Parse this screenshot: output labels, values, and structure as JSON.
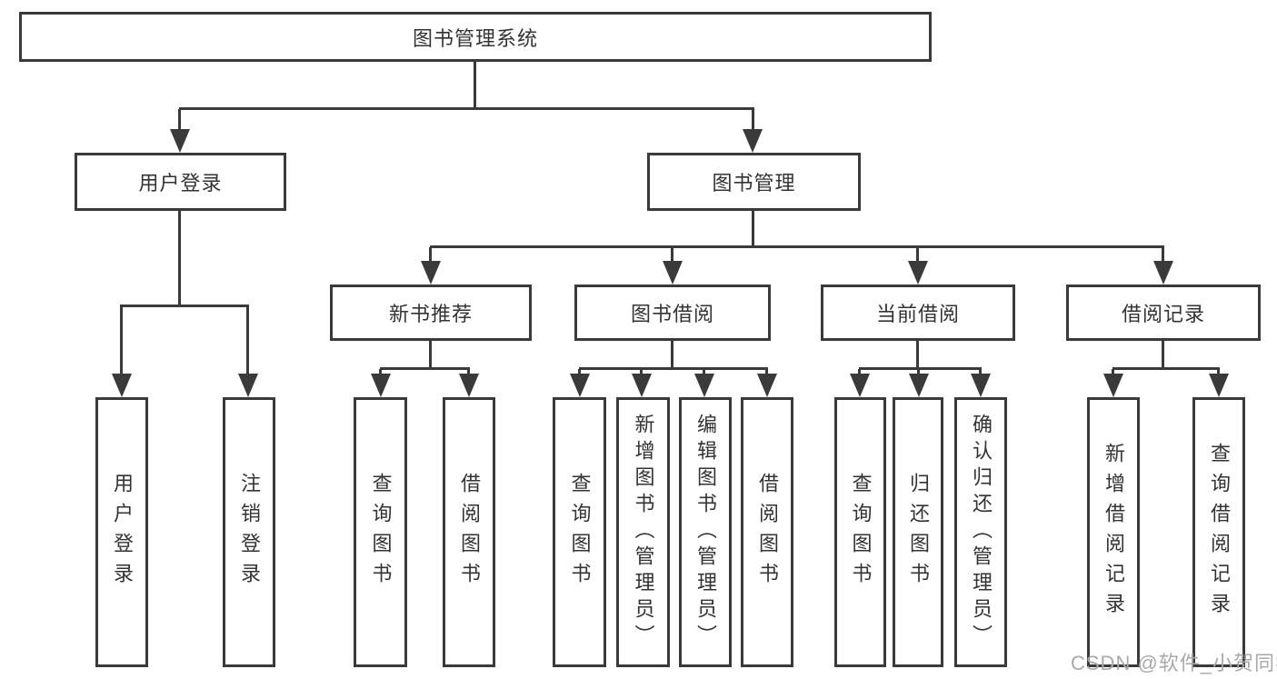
{
  "root": {
    "label": "图书管理系统"
  },
  "level2": {
    "user_login": "用户登录",
    "book_management": "图书管理"
  },
  "level3": {
    "new_book_recommend": "新书推荐",
    "book_borrow": "图书借阅",
    "current_borrow": "当前借阅",
    "borrow_records": "借阅记录"
  },
  "leaves": {
    "user_login": [
      "用户登录",
      "注销登录"
    ],
    "new_book_recommend": [
      "查询图书",
      "借阅图书"
    ],
    "book_borrow": [
      "查询图书",
      "新增图书（管理员）",
      "编辑图书（管理员）",
      "借阅图书"
    ],
    "current_borrow": [
      "查询图书",
      "归还图书",
      "确认归还（管理员）"
    ],
    "borrow_records": [
      "新增借阅记录",
      "查询借阅记录"
    ]
  },
  "watermark": "CSDN @软件_小贺同学",
  "colors": {
    "line": "#3a3a3a",
    "text": "#333333",
    "watermark": "#a9a9a9"
  }
}
